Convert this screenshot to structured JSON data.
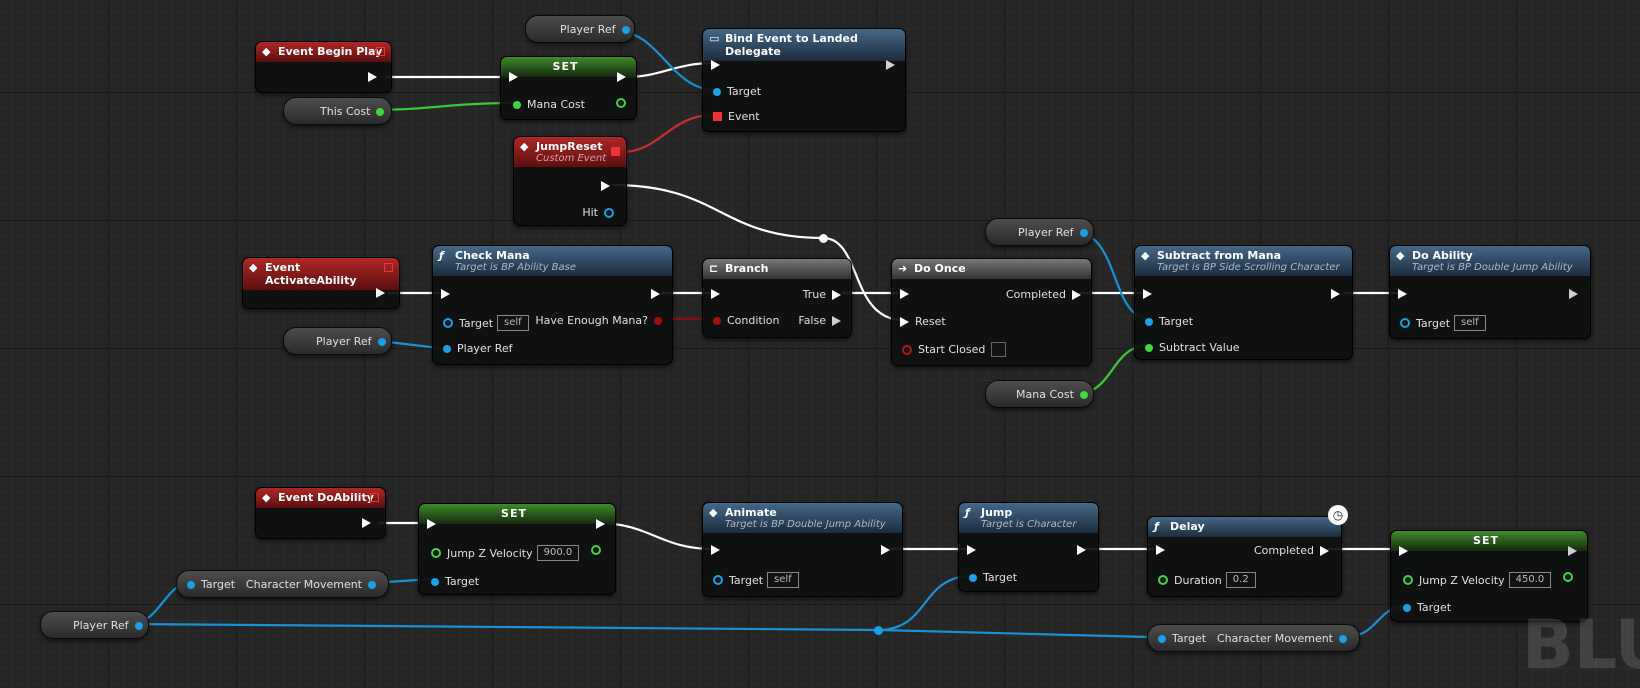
{
  "app": "Blueprint",
  "colors": {
    "exec": "#ffffff",
    "object": "#1aa0e6",
    "float": "#40d640",
    "bool": "#a10f0f",
    "delegate": "#e33333",
    "event_header": "#b02727",
    "function_header": "#44688a",
    "set_header": "#3f8a2a"
  },
  "icons": {
    "event": "event-diamond-icon",
    "function": "function-f-icon",
    "branch": "branch-icon",
    "do_once": "do-once-icon",
    "latent": "clock-icon"
  },
  "nodes": {
    "event_begin_play": {
      "title": "Event Begin Play"
    },
    "set_mana": {
      "title": "SET",
      "pin_mana_cost": "Mana Cost"
    },
    "this_cost": {
      "label": "This Cost"
    },
    "player_ref_top": {
      "label": "Player Ref"
    },
    "bind_event": {
      "title": "Bind Event to Landed Delegate",
      "pin_target": "Target",
      "pin_event": "Event"
    },
    "jump_reset": {
      "title": "JumpReset",
      "subtitle": "Custom Event",
      "pin_hit": "Hit"
    },
    "event_activate": {
      "title": "Event ActivateAbility"
    },
    "player_ref_mid": {
      "label": "Player Ref"
    },
    "check_mana": {
      "title": "Check Mana",
      "subtitle": "Target is BP Ability Base",
      "pin_target": "Target",
      "target_default": "self",
      "pin_player_ref": "Player Ref",
      "pin_out": "Have Enough Mana?"
    },
    "branch": {
      "title": "Branch",
      "pin_condition": "Condition",
      "pin_true": "True",
      "pin_false": "False"
    },
    "do_once": {
      "title": "Do Once",
      "pin_completed": "Completed",
      "pin_reset": "Reset",
      "pin_start_closed": "Start Closed"
    },
    "player_ref_right": {
      "label": "Player Ref"
    },
    "mana_cost_var": {
      "label": "Mana Cost"
    },
    "subtract_mana": {
      "title": "Subtract from Mana",
      "subtitle": "Target is BP Side Scrolling Character",
      "pin_target": "Target",
      "pin_subtract": "Subtract Value"
    },
    "do_ability": {
      "title": "Do Ability",
      "subtitle": "Target is BP Double Jump Ability",
      "pin_target": "Target",
      "target_default": "self"
    },
    "event_do_ability": {
      "title": "Event DoAbility"
    },
    "set_jump_1": {
      "title": "SET",
      "pin_jump": "Jump Z Velocity",
      "jump_value": "900.0",
      "pin_target": "Target"
    },
    "char_move_1": {
      "pin_target": "Target",
      "pin_out": "Character Movement"
    },
    "player_ref_bottom": {
      "label": "Player Ref"
    },
    "animate": {
      "title": "Animate",
      "subtitle": "Target is BP Double Jump Ability",
      "pin_target": "Target",
      "target_default": "self"
    },
    "jump": {
      "title": "Jump",
      "subtitle": "Target is Character",
      "pin_target": "Target"
    },
    "delay": {
      "title": "Delay",
      "pin_completed": "Completed",
      "pin_duration": "Duration",
      "duration_value": "0.2"
    },
    "set_jump_2": {
      "title": "SET",
      "pin_jump": "Jump Z Velocity",
      "jump_value": "450.0",
      "pin_target": "Target"
    },
    "char_move_2": {
      "pin_target": "Target",
      "pin_out": "Character Movement"
    }
  },
  "watermark": "BLU"
}
